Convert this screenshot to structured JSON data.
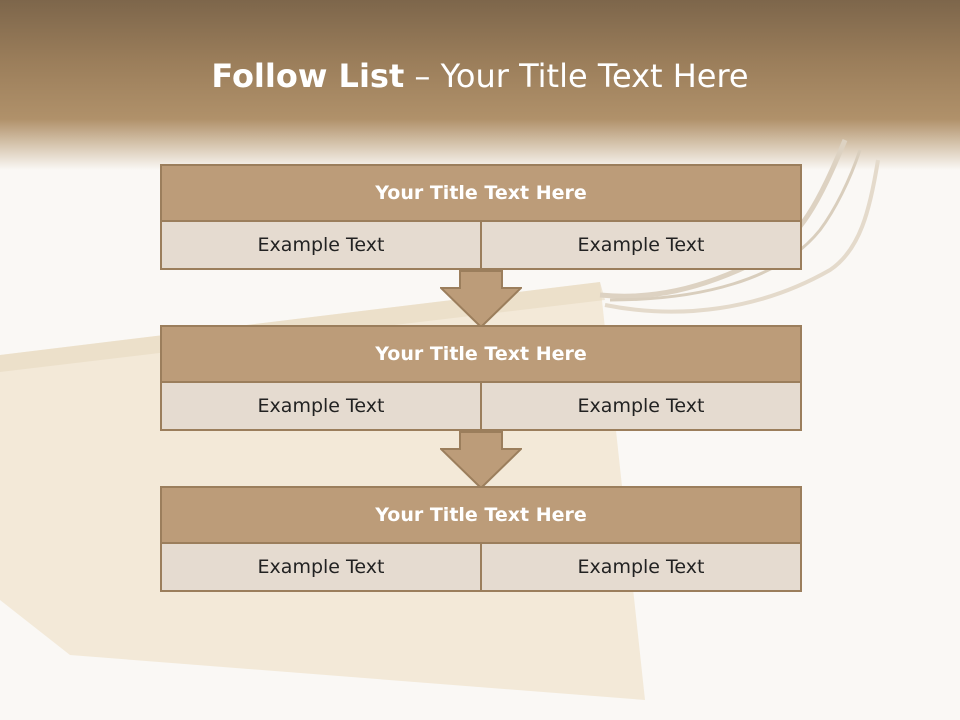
{
  "slide": {
    "title_bold": "Follow List",
    "title_rest": " – Your Title Text Here"
  },
  "steps": [
    {
      "title": "Your Title Text Here",
      "left": "Example Text",
      "right": "Example Text"
    },
    {
      "title": "Your Title Text Here",
      "left": "Example Text",
      "right": "Example Text"
    },
    {
      "title": "Your Title Text Here",
      "left": "Example Text",
      "right": "Example Text"
    }
  ],
  "colors": {
    "header": "#9a7d5a",
    "block_title": "#bc9c79",
    "block_cell": "#e5dbd0",
    "border": "#9b7e5c"
  }
}
